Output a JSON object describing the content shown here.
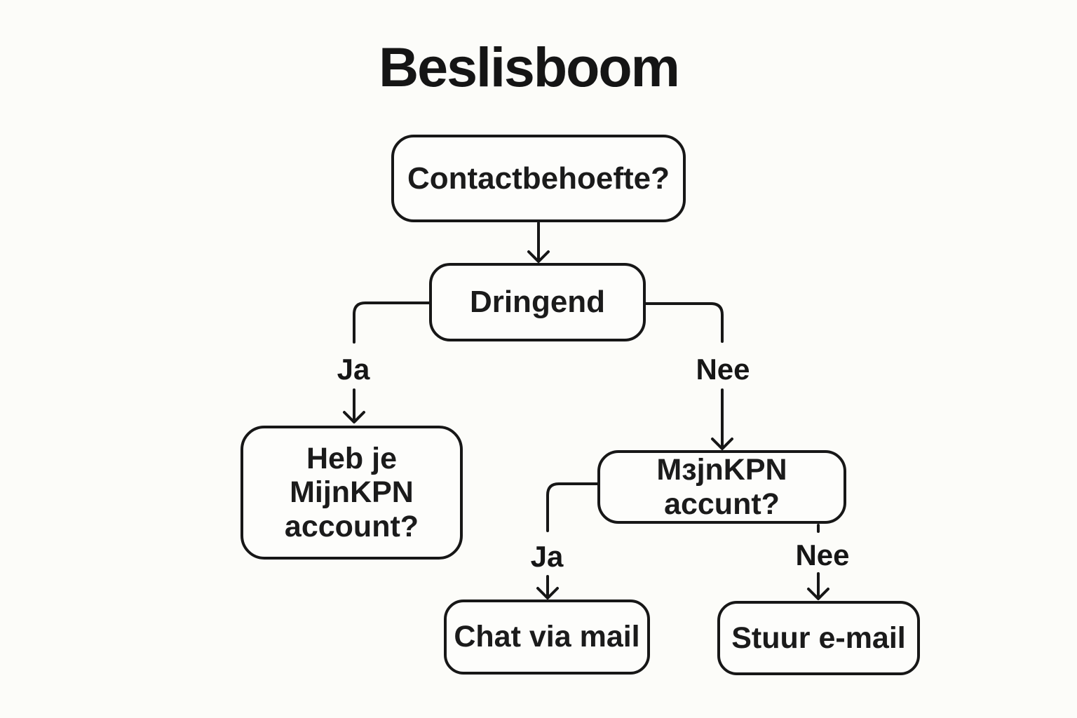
{
  "title": "Beslisboom",
  "colors": {
    "background": "#fcfcf9",
    "line": "#171717",
    "text": "#141414"
  },
  "nodes": {
    "root": {
      "label": "Contactbehoefte?"
    },
    "urgency": {
      "label": "Dringend"
    },
    "account_left": {
      "label": "Heb je\nMijnKPN\naccount?"
    },
    "account_right": {
      "label": "MɜjnKPN accunt?"
    },
    "chat": {
      "label": "Chat via mail"
    },
    "email": {
      "label": "Stuur e-mail"
    }
  },
  "edge_labels": {
    "urgent_yes": "Ja",
    "urgent_no": "Nee",
    "account_yes": "Ja",
    "account_no": "Nee"
  }
}
